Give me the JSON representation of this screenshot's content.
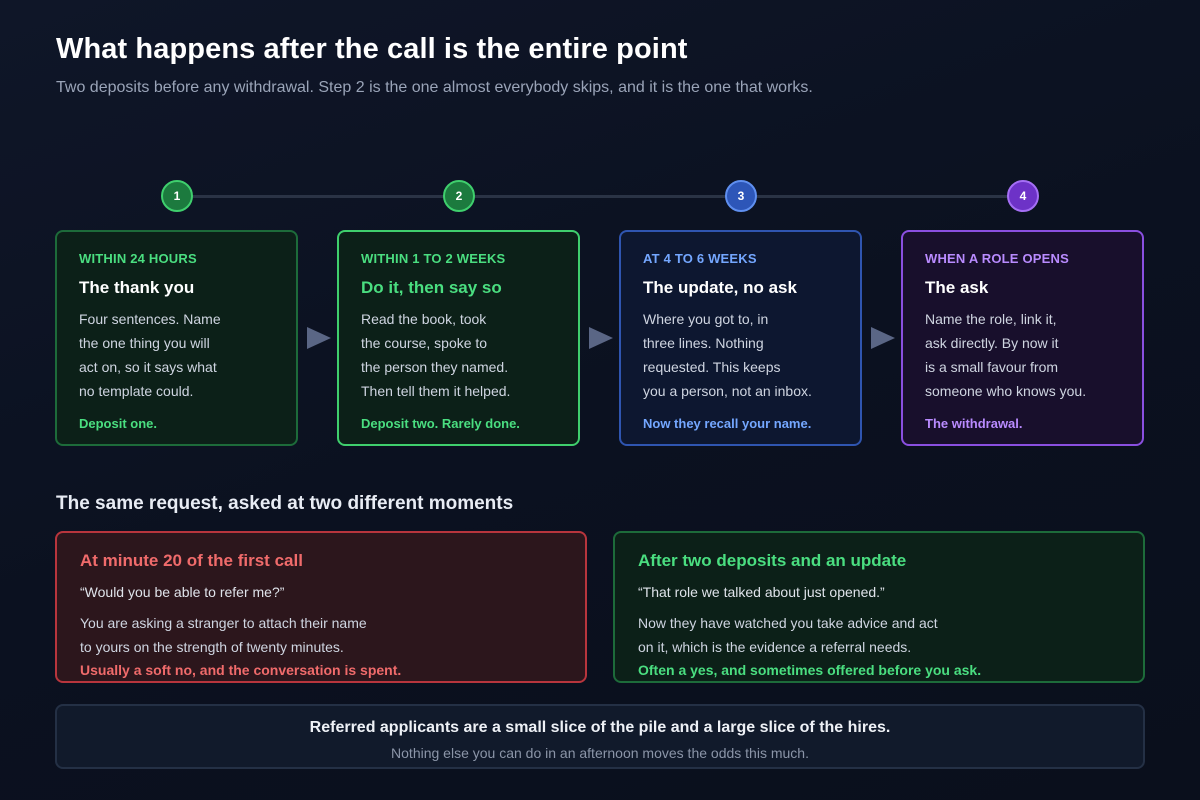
{
  "header": {
    "title": "What happens after the call is the entire point",
    "subtitle": "Two deposits before any withdrawal. Step 2 is the one almost everybody skips, and it is the one that works."
  },
  "colors": {
    "green": "#4ade80",
    "blue": "#74a7ff",
    "purple": "#b98bff",
    "red": "#f06b6b"
  },
  "steps": [
    {
      "number": "1",
      "label": "WITHIN 24 HOURS",
      "heading": "The thank you",
      "body": "Four sentences. Name\nthe one thing you will\nact on, so it says what\nno template could.",
      "footer": "Deposit one."
    },
    {
      "number": "2",
      "label": "WITHIN 1 TO 2 WEEKS",
      "heading": "Do it, then say so",
      "body": "Read the book, took\nthe course, spoke to\nthe person they named.\nThen tell them it helped.",
      "footer": "Deposit two. Rarely done."
    },
    {
      "number": "3",
      "label": "AT 4 TO 6 WEEKS",
      "heading": "The update, no ask",
      "body": "Where you got to, in\nthree lines. Nothing\nrequested. This keeps\nyou a person, not an inbox.",
      "footer": "Now they recall your name."
    },
    {
      "number": "4",
      "label": "WHEN A ROLE OPENS",
      "heading": "The ask",
      "body": "Name the role, link it,\nask directly. By now it\nis a small favour from\nsomeone who knows you.",
      "footer": "The withdrawal."
    }
  ],
  "comparison": {
    "title": "The same request, asked at two different moments",
    "bad": {
      "heading": "At minute 20 of the first call",
      "quote": "“Would you be able to refer me?”",
      "body": "You are asking a stranger to attach their name\nto yours on the strength of twenty minutes.",
      "outcome": "Usually a soft no, and the conversation is spent."
    },
    "good": {
      "heading": "After two deposits and an update",
      "quote": "“That role we talked about just opened.”",
      "body": "Now they have watched you take advice and act\non it, which is the evidence a referral needs.",
      "outcome": "Often a yes, and sometimes offered before you ask."
    }
  },
  "footer": {
    "main": "Referred applicants are a small slice of the pile and a large slice of the hires.",
    "sub": "Nothing else you can do in an afternoon moves the odds this much."
  }
}
